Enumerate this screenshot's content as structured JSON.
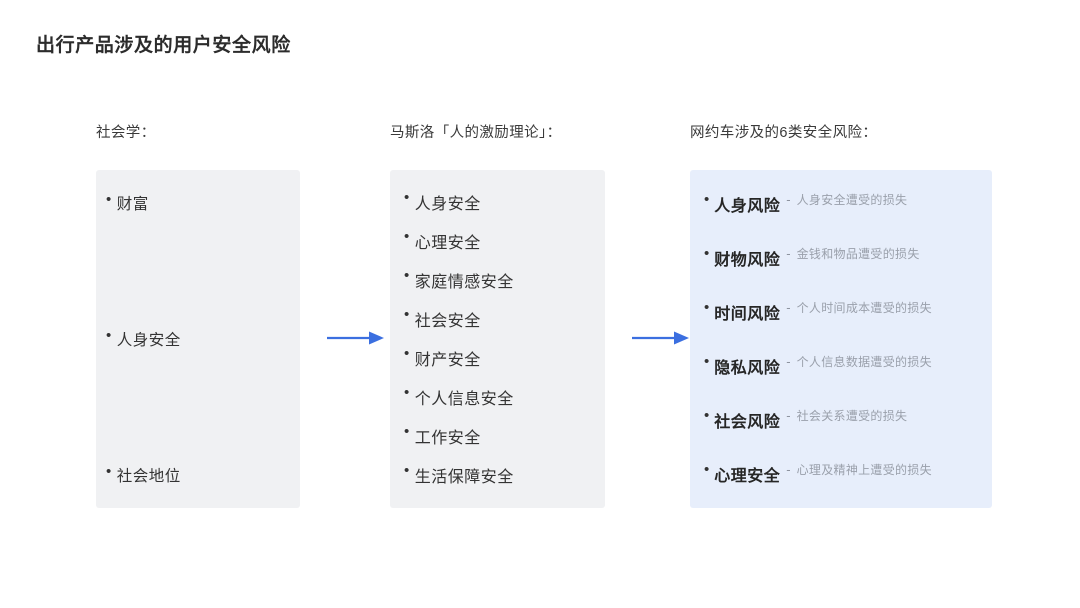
{
  "title": "出行产品涉及的用户安全风险",
  "theme": {
    "panel_gray": "#F0F1F3",
    "panel_blue": "#E7EEFB",
    "arrow_blue": "#3B6FE0",
    "title_color": "#2C2C2C",
    "desc_gray": "#9AA0AB"
  },
  "columns": [
    {
      "header": "社会学：",
      "items": [
        {
          "label": "财富"
        },
        {
          "label": "人身安全"
        },
        {
          "label": "社会地位"
        }
      ]
    },
    {
      "header": "马斯洛「人的激励理论」：",
      "items": [
        {
          "label": "人身安全"
        },
        {
          "label": "心理安全"
        },
        {
          "label": "家庭情感安全"
        },
        {
          "label": "社会安全"
        },
        {
          "label": "财产安全"
        },
        {
          "label": "个人信息安全"
        },
        {
          "label": "工作安全"
        },
        {
          "label": "生活保障安全"
        }
      ]
    },
    {
      "header": "网约车涉及的6类安全风险：",
      "items": [
        {
          "label": "人身风险",
          "dash": "-",
          "desc": "人身安全遭受的损失"
        },
        {
          "label": "财物风险",
          "dash": "-",
          "desc": "金钱和物品遭受的损失"
        },
        {
          "label": "时间风险",
          "dash": "-",
          "desc": "个人时间成本遭受的损失"
        },
        {
          "label": "隐私风险",
          "dash": "-",
          "desc": "个人信息数据遭受的损失"
        },
        {
          "label": "社会风险",
          "dash": "-",
          "desc": "社会关系遭受的损失"
        },
        {
          "label": "心理安全",
          "dash": "-",
          "desc": "心理及精神上遭受的损失"
        }
      ]
    }
  ],
  "bullet": "•",
  "arrows": [
    {
      "name": "arrow-sociology-to-maslow"
    },
    {
      "name": "arrow-maslow-to-risks"
    }
  ]
}
